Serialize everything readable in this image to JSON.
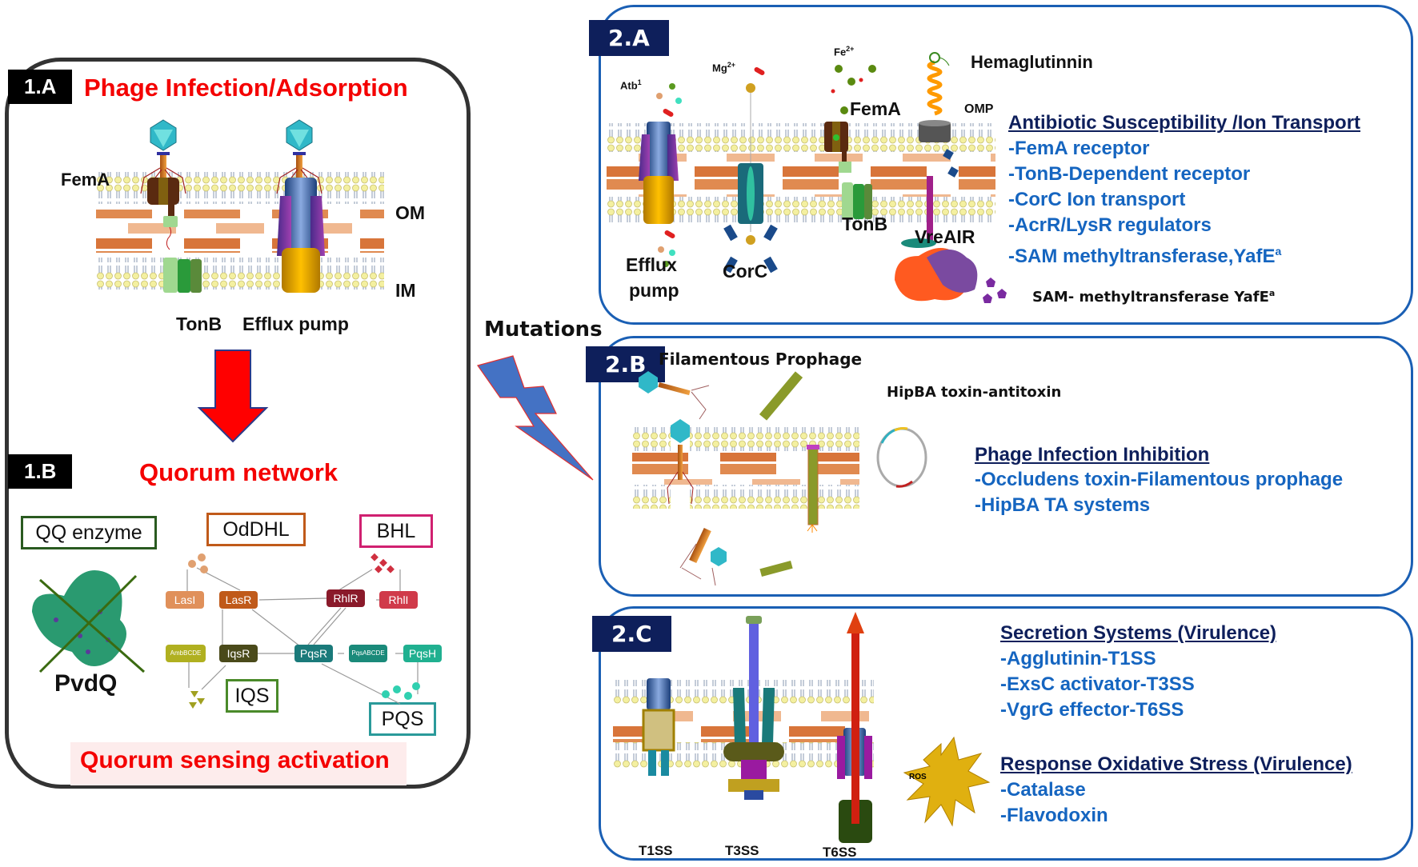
{
  "panel_1a": {
    "tag": "1.A",
    "title": "Phage Infection/Adsorption",
    "labels": {
      "fema": "FemA",
      "om": "OM",
      "im": "IM",
      "tonb": "TonB",
      "efflux": "Efflux pump"
    }
  },
  "panel_1b": {
    "tag": "1.B",
    "title": "Quorum network",
    "boxes": {
      "qq": "QQ enzyme",
      "oddhl": "OdDHL",
      "bhl": "BHL",
      "iqs": "IQS",
      "pqs": "PQS"
    },
    "enzyme_label": "PvdQ",
    "nodes": {
      "lasi": "LasI",
      "lasr": "LasR",
      "rhlr": "RhlR",
      "rhli": "RhlI",
      "ambbcde": "AmbBCDE",
      "iqsr": "IqsR",
      "pqsr": "PqsR",
      "pqsabcde": "PqsABCDE",
      "pqsh": "PqsH"
    },
    "footer": "Quorum sensing activation"
  },
  "mutations_label": "Mutations",
  "panel_2a": {
    "tag": "2.A",
    "labels": {
      "atb": "Atb",
      "atb_sup": "1",
      "mg": "Mg",
      "mg_sup": "2+",
      "fe": "Fe",
      "fe_sup": "2+",
      "hemaglutinnin": "Hemaglutinnin",
      "fema": "FemA",
      "omp": "OMP",
      "efflux1": "Efflux",
      "efflux2": "pump",
      "corc": "CorC",
      "tonb": "TonB",
      "vreair": "VreAIR",
      "sam": "SAM- methyltransferase YafE",
      "sam_sup": "a"
    },
    "heading": "Antibiotic Susceptibility /Ion Transport",
    "items": [
      "-FemA receptor",
      "-TonB-Dependent receptor",
      "-CorC Ion transport",
      "-AcrR/LysR regulators",
      "-SAM methyltransferase,YafE"
    ],
    "last_item_sup": "a"
  },
  "panel_2b": {
    "tag": "2.B",
    "labels": {
      "filamentous": "Filamentous Prophage",
      "hipba": "HipBA toxin-antitoxin"
    },
    "heading": "Phage Infection Inhibition",
    "items": [
      "-Occludens toxin-Filamentous prophage",
      "-HipBA TA systems"
    ]
  },
  "panel_2c": {
    "tag": "2.C",
    "labels": {
      "t1ss": "T1SS",
      "t3ss": "T3SS",
      "t6ss": "T6SS",
      "ros": "ROS"
    },
    "heading1": "Secretion Systems (Virulence)",
    "items1": [
      "-Agglutinin-T1SS",
      "-ExsC activator-T3SS",
      "-VgrG effector-T6SS"
    ],
    "heading2": "Response Oxidative Stress (Virulence)",
    "items2": [
      "-Catalase",
      "-Flavodoxin"
    ]
  },
  "colors": {
    "red_title": "#f40000",
    "navy": "#0e1f5b",
    "blue_text": "#1565c0",
    "panel_blue": "#1a5fb4"
  }
}
